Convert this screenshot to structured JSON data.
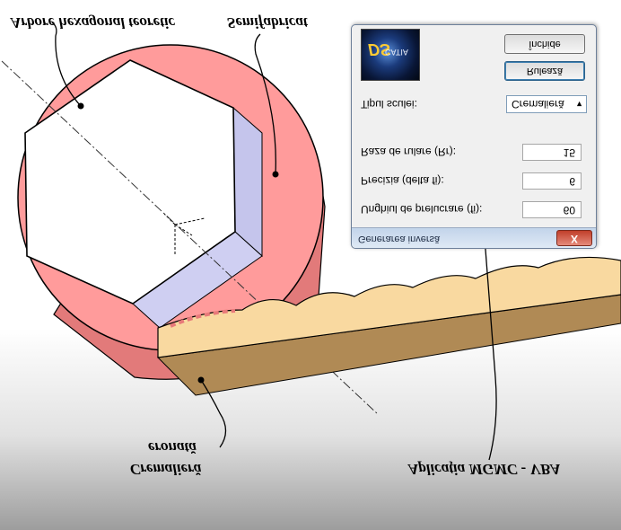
{
  "callouts": {
    "hexagonal_shaft": "Arbore hexagonal teoretic",
    "semi_product": "Semifabricat",
    "rack": "Cremalieră",
    "rack_profile": "eronată",
    "application": "Aplicaţia MGMC - VBA"
  },
  "dialog": {
    "title": "Generarea inversă",
    "close_label": "X",
    "run_button": "Rulează",
    "close_button": "Închide",
    "tool_type_label": "Tipul sculei:",
    "tool_type_value": "Cremalieră",
    "fillet_radius_label": "Raza de rulare (Rr):",
    "fillet_radius_value": "15",
    "precision_label": "Precizia (delta fi):",
    "precision_value": "6",
    "rolling_angle_label": "Unghiul de prelucrare (fi):",
    "rolling_angle_value": "60",
    "logo_mark": "DS",
    "logo_brand": "CATIA"
  },
  "colors": {
    "cylinder_face": "#ff9b9b",
    "cylinder_side": "#e27a7a",
    "hex_inner_face": "#c5c5ec",
    "rack_top": "#f9d9a0",
    "rack_side": "#b08a55"
  },
  "icons": {
    "close": "close-icon",
    "dropdown": "chevron-down-icon",
    "axes": "coordinate-axes-icon"
  }
}
